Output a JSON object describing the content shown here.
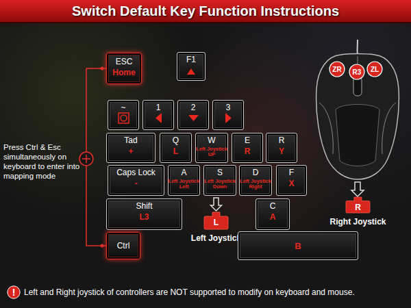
{
  "diagram": {
    "title": "Switch Default Key Function Instructions",
    "nodes": [
      {
        "text": [
          "ESC",
          "Home"
        ]
      },
      {
        "text": [
          "F1"
        ]
      },
      {
        "text": [
          "~"
        ]
      },
      {
        "text": [
          "1"
        ]
      },
      {
        "text": [
          "2"
        ]
      },
      {
        "text": [
          "3"
        ]
      },
      {
        "text": [
          "Tad",
          "+"
        ]
      },
      {
        "text": [
          "Q",
          "L"
        ]
      },
      {
        "text": [
          "W",
          "Left Joystick UP"
        ]
      },
      {
        "text": [
          "E",
          "R"
        ]
      },
      {
        "text": [
          "R",
          "Y"
        ]
      },
      {
        "text": [
          "Caps Lock",
          "-"
        ]
      },
      {
        "text": [
          "A",
          "Left Joystick Left"
        ]
      },
      {
        "text": [
          "S",
          "Left Joystick Down"
        ]
      },
      {
        "text": [
          "D",
          "Left Joystick Right"
        ]
      },
      {
        "text": [
          "F",
          "X"
        ]
      },
      {
        "text": [
          "Shift",
          "L3"
        ]
      },
      {
        "text": [
          "C",
          "A"
        ]
      },
      {
        "text": [
          "L",
          "Left Joystick"
        ]
      },
      {
        "text": [
          "Ctrl"
        ]
      },
      {
        "text": [
          "B"
        ]
      },
      {
        "text": [
          "ZR"
        ]
      },
      {
        "text": [
          "R3"
        ]
      },
      {
        "text": [
          "ZL"
        ]
      },
      {
        "text": [
          "R",
          "Right Joystick"
        ]
      },
      {
        "text": [
          "!"
        ]
      }
    ],
    "edges": [
      {
        "from": 0,
        "to": 19,
        "arrow": "none"
      },
      {
        "from": 13,
        "to": 18,
        "arrow": "to"
      }
    ],
    "labels": [
      "Press Ctrl & Esc simultaneously on keyboard to enter into mapping mode",
      "Left and Right joystick of controllers are NOT supported to modify on keyboard and mouse."
    ]
  }
}
